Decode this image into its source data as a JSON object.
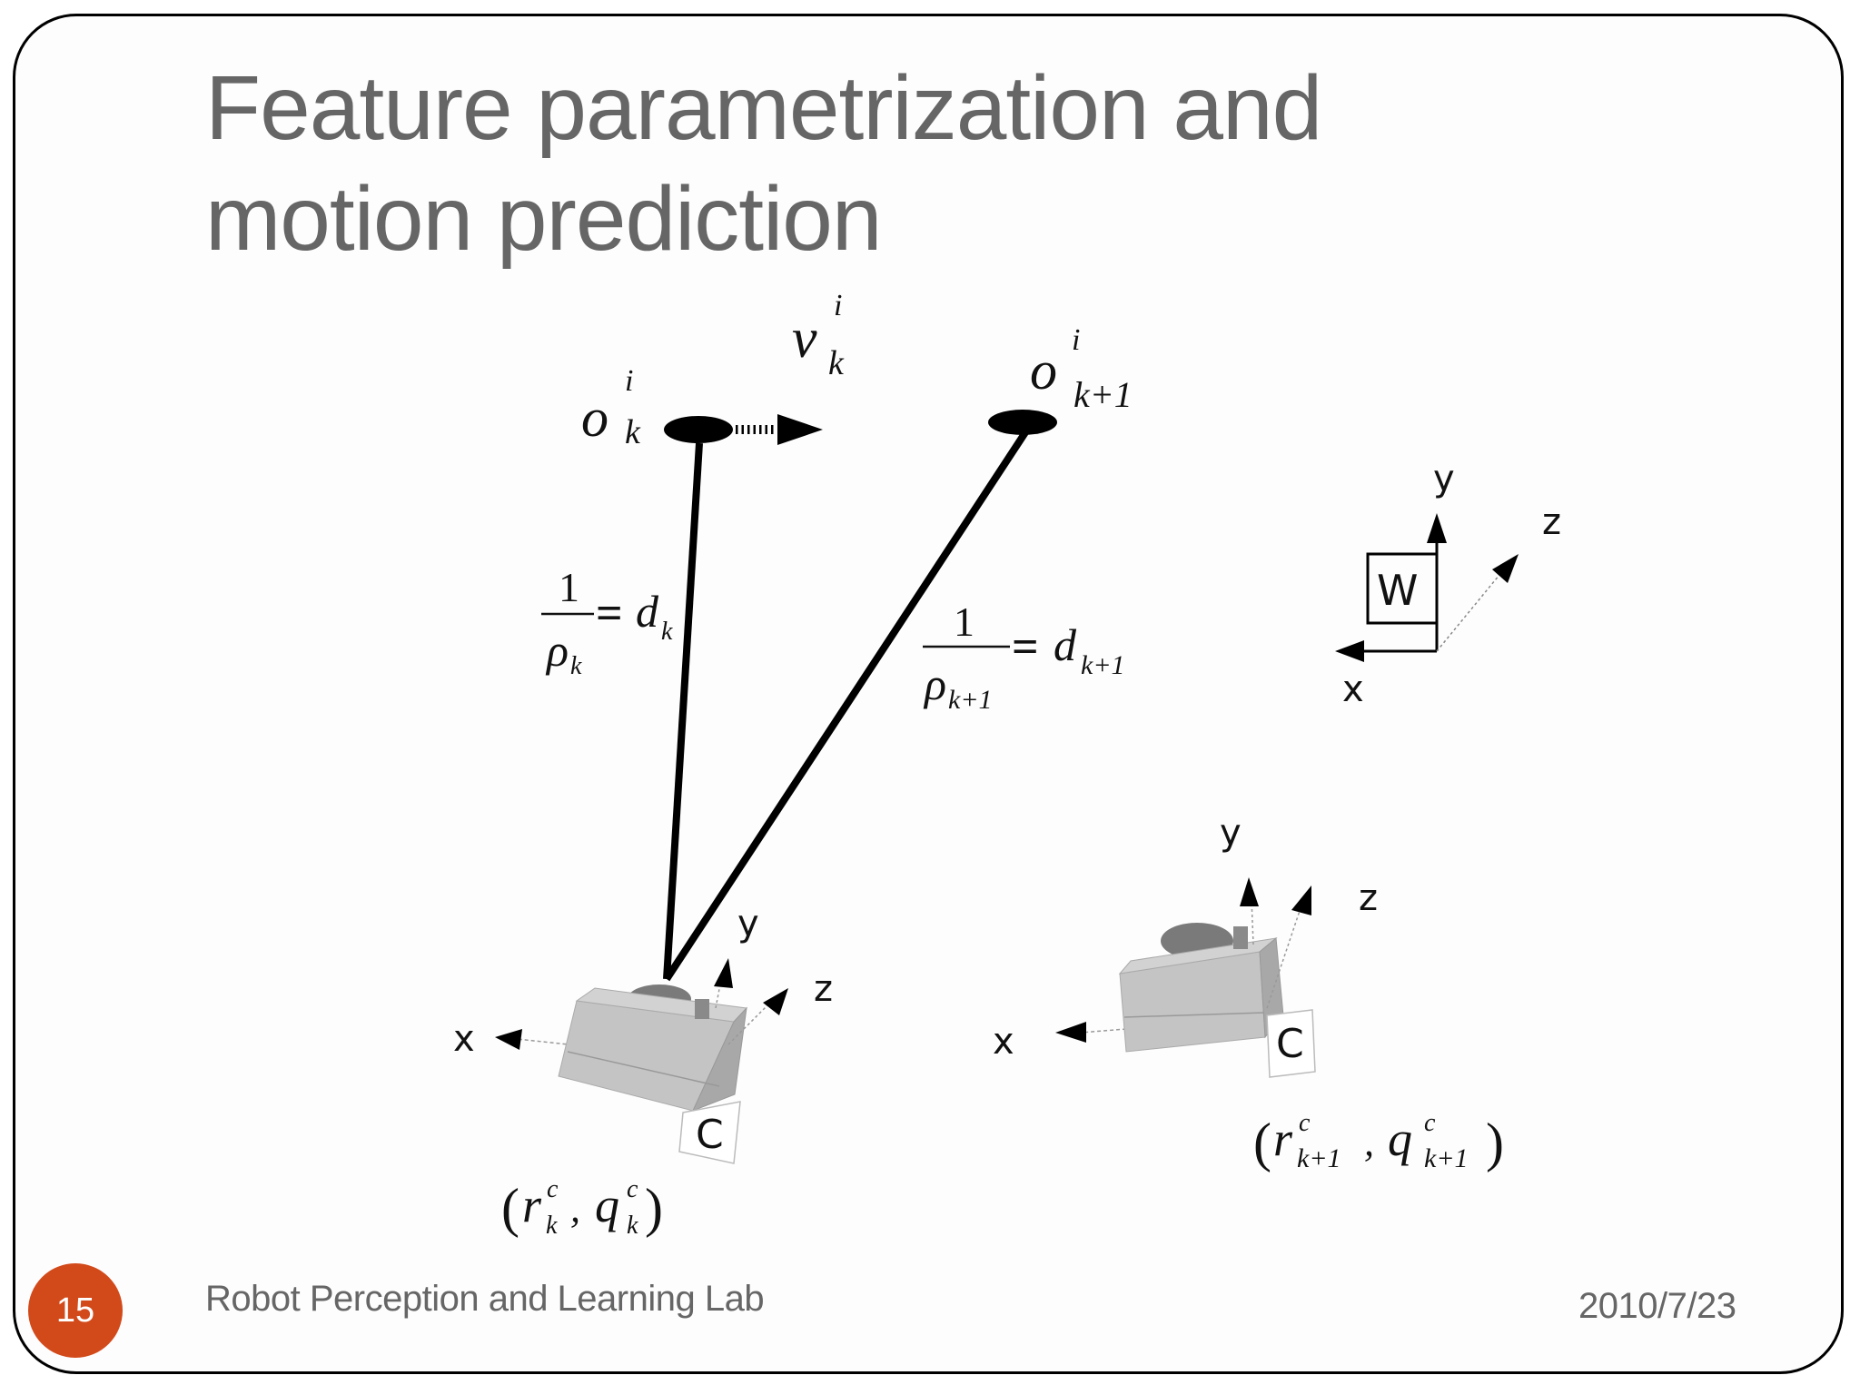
{
  "slide": {
    "title_line1": "Feature parametrization and",
    "title_line2": "motion prediction",
    "number": "15",
    "footer": "Robot Perception and Learning Lab",
    "date": "2010/7/23",
    "accent_color": "#d24a1a",
    "text_color": "#666666"
  },
  "diagram": {
    "feature_k": {
      "base": "o",
      "sup": "i",
      "sub": "k"
    },
    "feature_k1": {
      "base": "o",
      "sup": "i",
      "sub": "k+1"
    },
    "velocity": {
      "base": "v",
      "sup": "i",
      "sub": "k"
    },
    "depth_k": {
      "num": "1",
      "den": "ρ",
      "den_sub": "k",
      "eq": "=",
      "rhs": "d",
      "rhs_sub": "k"
    },
    "depth_k1": {
      "num": "1",
      "den": "ρ",
      "den_sub": "k+1",
      "eq": "=",
      "rhs": "d",
      "rhs_sub": "k+1"
    },
    "world_frame": {
      "label": "W",
      "x": "x",
      "y": "y",
      "z": "z"
    },
    "camera_k": {
      "label": "C",
      "x": "x",
      "y": "y",
      "z": "z",
      "pose": {
        "open": "(",
        "r": "r",
        "r_sup": "c",
        "r_sub": "k",
        "comma": ",",
        "q": "q",
        "q_sup": "c",
        "q_sub": "k",
        "close": ")"
      }
    },
    "camera_k1": {
      "label": "C",
      "x": "x",
      "y": "y",
      "z": "z",
      "pose": {
        "open": "(",
        "r": "r",
        "r_sup": "c",
        "r_sub": "k+1",
        "comma": ",",
        "q": "q",
        "q_sup": "c",
        "q_sub": "k+1",
        "close": ")"
      }
    }
  }
}
